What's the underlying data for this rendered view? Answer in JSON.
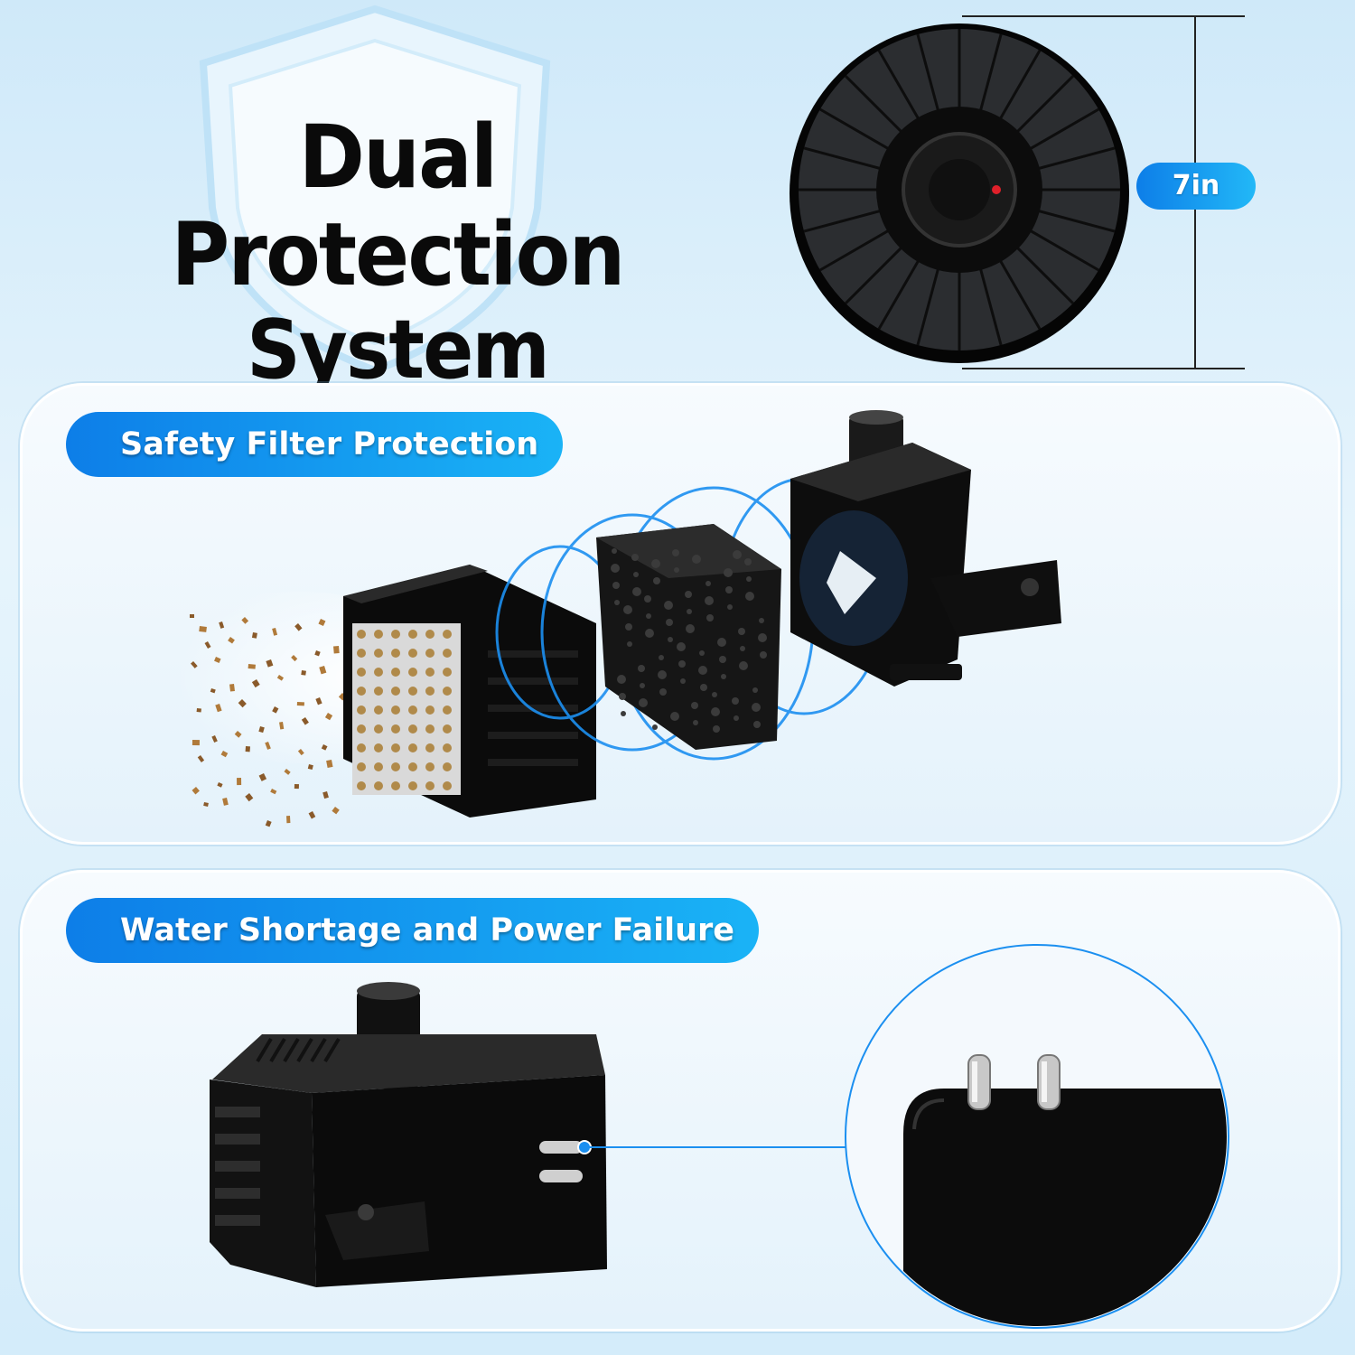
{
  "header": {
    "title_line1": "Dual Protection",
    "title_line2": "System"
  },
  "dimension": {
    "label": "7in"
  },
  "section_filter": {
    "label": "Safety Filter Protection"
  },
  "section_power": {
    "label": "Water Shortage and Power Failure"
  },
  "colors": {
    "accent_start": "#0d7ee8",
    "accent_end": "#1ab3f6",
    "product": "#111111"
  }
}
